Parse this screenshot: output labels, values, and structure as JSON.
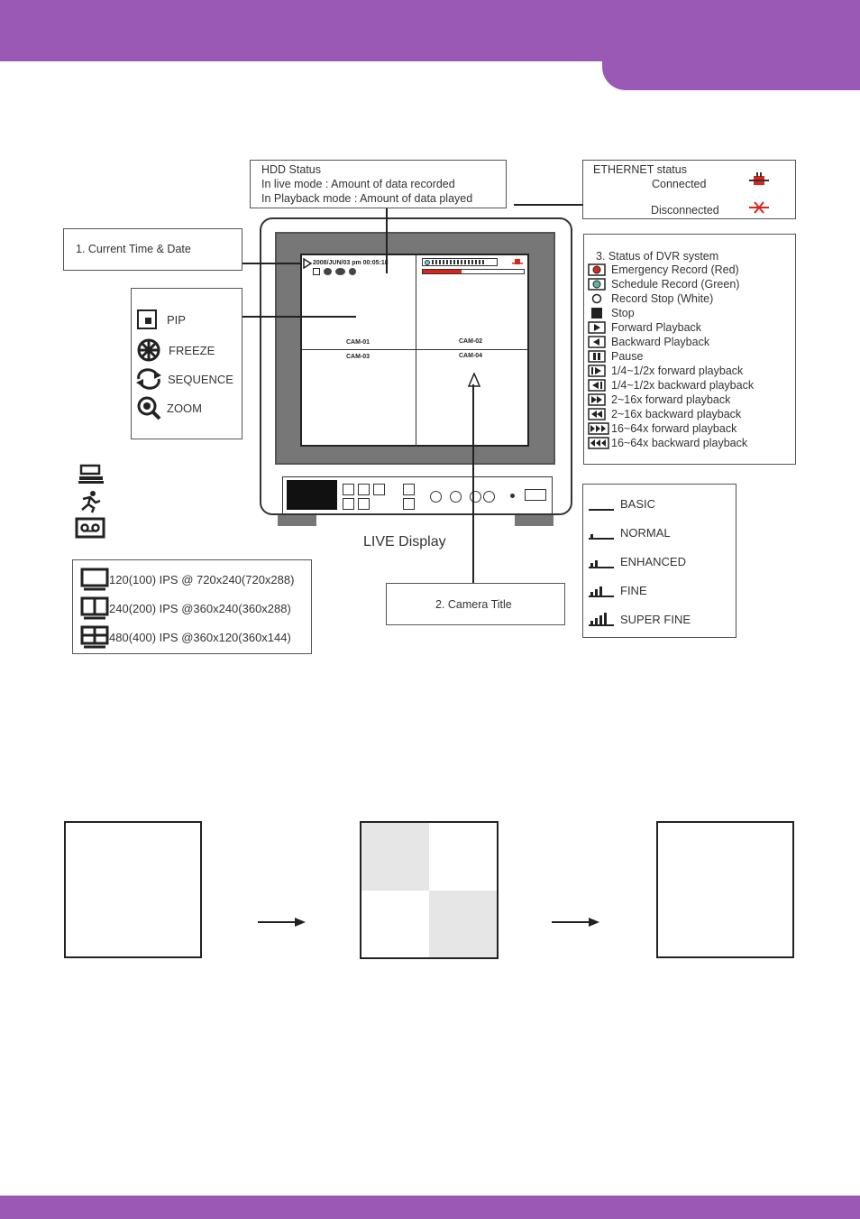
{
  "hdd": {
    "title": "HDD Status",
    "live": "In live mode : Amount of data recorded",
    "playback": "In Playback mode : Amount of data played"
  },
  "ethernet": {
    "title": "ETHERNET status",
    "connected": "Connected",
    "disconnected": "Disconnected"
  },
  "time_date": {
    "label": "1. Current Time & Date"
  },
  "tools": [
    {
      "label": "PIP",
      "icon": "pip-icon"
    },
    {
      "label": "FREEZE",
      "icon": "freeze-icon"
    },
    {
      "label": "SEQUENCE",
      "icon": "sequence-icon"
    },
    {
      "label": "ZOOM",
      "icon": "zoom-icon"
    }
  ],
  "dvr_status": {
    "title": "3. Status of DVR system",
    "items": [
      {
        "label": "Emergency Record (Red)",
        "icon": "red-dot-icon"
      },
      {
        "label": "Schedule Record (Green)",
        "icon": "green-dot-icon"
      },
      {
        "label": "Record Stop (White)",
        "icon": "white-dot-icon"
      },
      {
        "label": "Stop",
        "icon": "stop-icon"
      },
      {
        "label": "Forward Playback",
        "icon": "forward-icon"
      },
      {
        "label": "Backward Playback",
        "icon": "backward-icon"
      },
      {
        "label": "Pause",
        "icon": "pause-icon"
      },
      {
        "label": "1/4~1/2x forward playback",
        "icon": "slow-forward-icon"
      },
      {
        "label": "1/4~1/2x backward playback",
        "icon": "slow-backward-icon"
      },
      {
        "label": "2~16x forward playback",
        "icon": "fast-forward-icon"
      },
      {
        "label": "2~16x backward playback",
        "icon": "fast-backward-icon"
      },
      {
        "label": "16~64x forward playback",
        "icon": "faster-forward-icon"
      },
      {
        "label": "16~64x backward playback",
        "icon": "faster-backward-icon"
      }
    ]
  },
  "screen": {
    "datetime": "2008/JUN/03 pm 00:05:18",
    "cams": [
      "CAM-01",
      "CAM-02",
      "CAM-03",
      "CAM-04"
    ]
  },
  "live_display": "LIVE Display",
  "camera_title": "2. Camera Title",
  "quality": [
    {
      "label": "BASIC",
      "level": 0
    },
    {
      "label": "NORMAL",
      "level": 1
    },
    {
      "label": "ENHANCED",
      "level": 2
    },
    {
      "label": "FINE",
      "level": 3
    },
    {
      "label": "SUPER FINE",
      "level": 4
    }
  ],
  "ips": [
    {
      "label": "120(100) IPS @ 720x240(720x288)",
      "icon": "single-screen-icon"
    },
    {
      "label": "240(200) IPS @360x240(360x288)",
      "icon": "dual-screen-icon"
    },
    {
      "label": "480(400) IPS @360x120(360x144)",
      "icon": "quad-screen-icon"
    }
  ],
  "colors": {
    "accent": "#9b59b6"
  }
}
